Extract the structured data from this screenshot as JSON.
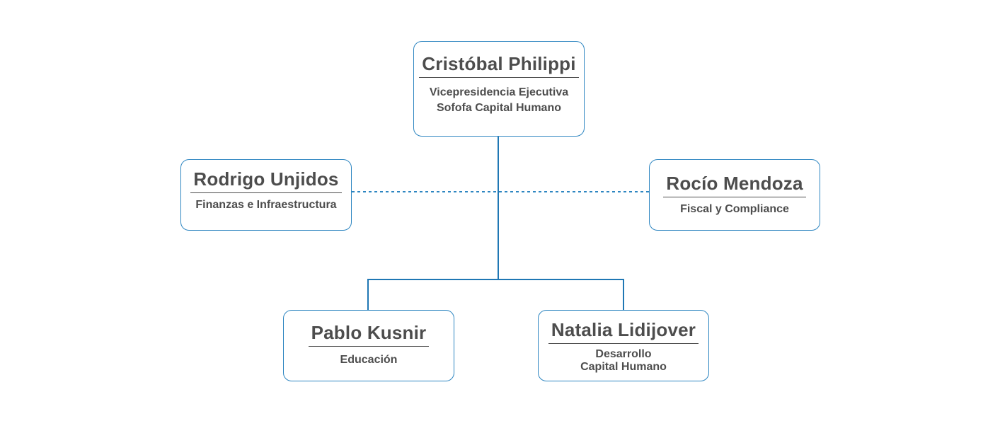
{
  "org_chart": {
    "head": {
      "name": "Cristóbal Philippi",
      "role_line1": "Vicepresidencia Ejecutiva",
      "role_line2": "Sofofa Capital Humano"
    },
    "advisors": [
      {
        "name": "Rodrigo Unjidos",
        "role": "Finanzas e Infraestructura"
      },
      {
        "name": "Rocío Mendoza",
        "role": "Fiscal y Compliance"
      }
    ],
    "reports": [
      {
        "name": "Pablo Kusnir",
        "role_line1": "Educación"
      },
      {
        "name": "Natalia Lidijover",
        "role_line1": "Desarrollo",
        "role_line2": "Capital Humano"
      }
    ]
  },
  "colors": {
    "border": "#2e86c1",
    "solid_line": "#1f77b4",
    "dotted_line": "#2e86c1",
    "text": "#4d4d4d"
  }
}
